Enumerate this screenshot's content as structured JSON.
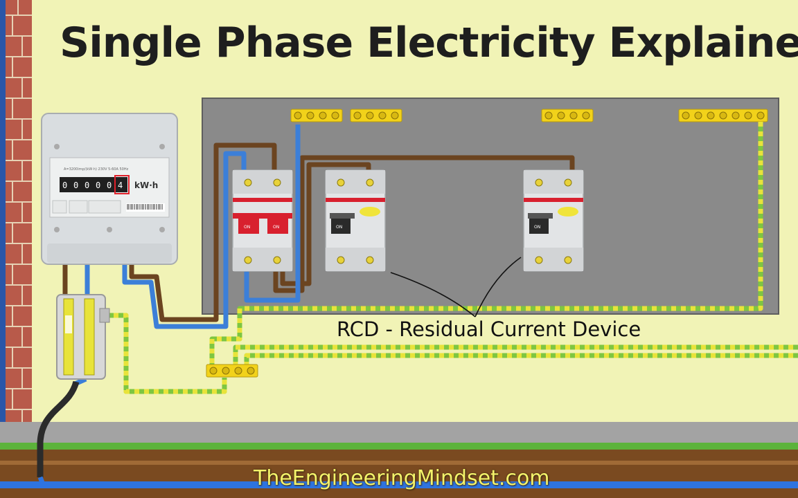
{
  "title": "Single Phase Electricity Explained",
  "meter": {
    "reading_digits": [
      "0",
      "0",
      "0",
      "0",
      "0",
      "4"
    ],
    "unit": "kW·h",
    "spec_text": "A=3200imp/(kW·h)  230V   5-60A     50Hz"
  },
  "breaker_labels": {
    "main_switch_left": "ON",
    "main_switch_right": "ON",
    "rcd_1_toggle": "ON",
    "rcd_2_toggle": "ON"
  },
  "annotation": "RCD - Residual Current Device",
  "watermark": "TheEngineeringMindset.com",
  "colors": {
    "background": "#f1f3b6",
    "live_wire": "#6b4420",
    "neutral_wire": "#3c7fd8",
    "earth_wire_green": "#7ec641",
    "earth_wire_yellow": "#e8e33a",
    "consumer_unit_panel": "#8a8a8a",
    "breaker_red": "#d8202e",
    "terminal_bar": "#f2d21a",
    "brick": "#b85a4a",
    "ground_soil": "#7a4a20",
    "grass": "#5cb33b"
  }
}
